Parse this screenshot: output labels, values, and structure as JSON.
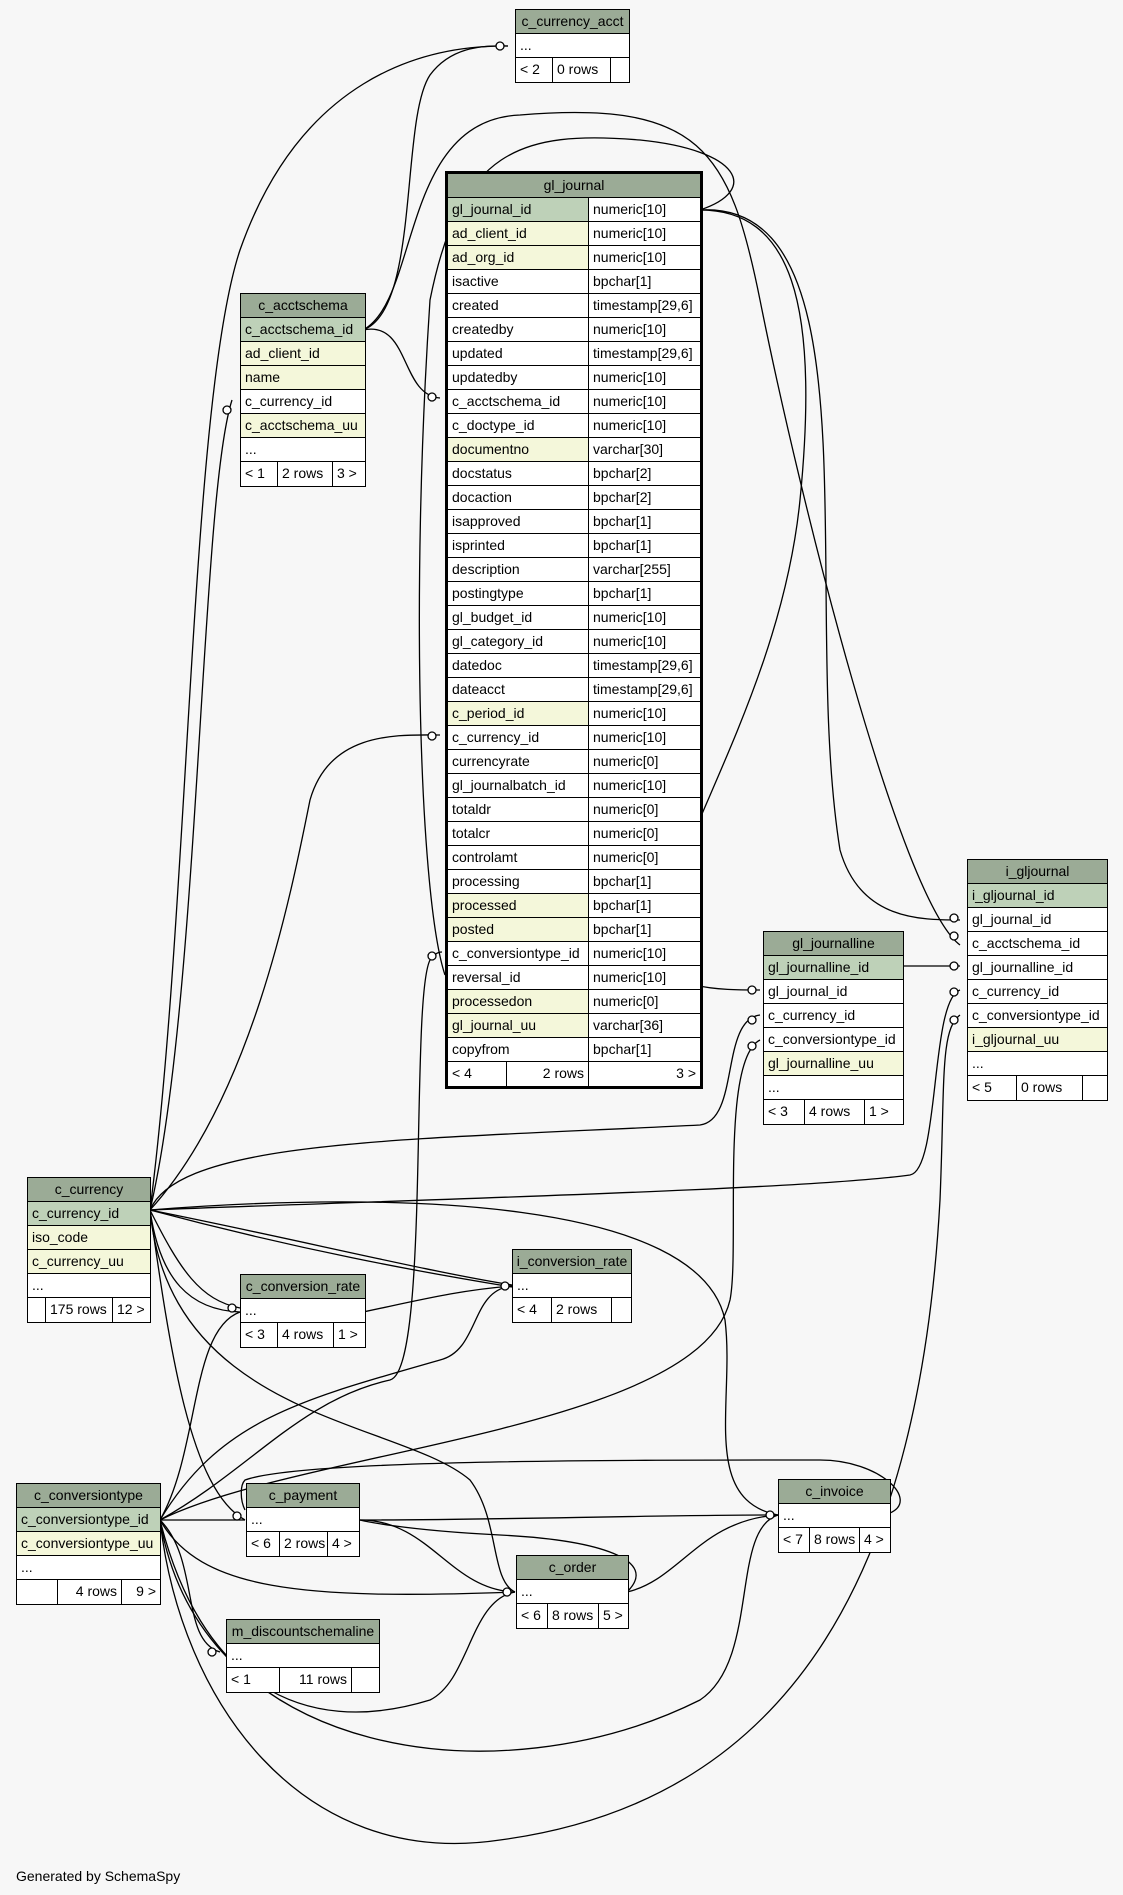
{
  "footer": "Generated by SchemaSpy",
  "colors": {
    "header": "#9bab96",
    "primary_key": "#bed1b8",
    "indexed": "#f4f7da",
    "background": "#f7f7f7"
  },
  "tables": {
    "c_currency_acct": {
      "title": "c_currency_acct",
      "rows": [
        "..."
      ],
      "footer": [
        "< 2",
        "0 rows",
        ""
      ]
    },
    "c_acctschema": {
      "title": "c_acctschema",
      "rows": [
        "c_acctschema_id",
        "ad_client_id",
        "name",
        "c_currency_id",
        "c_acctschema_uu",
        "..."
      ],
      "footer": [
        "< 1",
        "2 rows",
        "3 >"
      ]
    },
    "gl_journal": {
      "title": "gl_journal",
      "columns": [
        [
          "gl_journal_id",
          "numeric[10]"
        ],
        [
          "ad_client_id",
          "numeric[10]"
        ],
        [
          "ad_org_id",
          "numeric[10]"
        ],
        [
          "isactive",
          "bpchar[1]"
        ],
        [
          "created",
          "timestamp[29,6]"
        ],
        [
          "createdby",
          "numeric[10]"
        ],
        [
          "updated",
          "timestamp[29,6]"
        ],
        [
          "updatedby",
          "numeric[10]"
        ],
        [
          "c_acctschema_id",
          "numeric[10]"
        ],
        [
          "c_doctype_id",
          "numeric[10]"
        ],
        [
          "documentno",
          "varchar[30]"
        ],
        [
          "docstatus",
          "bpchar[2]"
        ],
        [
          "docaction",
          "bpchar[2]"
        ],
        [
          "isapproved",
          "bpchar[1]"
        ],
        [
          "isprinted",
          "bpchar[1]"
        ],
        [
          "description",
          "varchar[255]"
        ],
        [
          "postingtype",
          "bpchar[1]"
        ],
        [
          "gl_budget_id",
          "numeric[10]"
        ],
        [
          "gl_category_id",
          "numeric[10]"
        ],
        [
          "datedoc",
          "timestamp[29,6]"
        ],
        [
          "dateacct",
          "timestamp[29,6]"
        ],
        [
          "c_period_id",
          "numeric[10]"
        ],
        [
          "c_currency_id",
          "numeric[10]"
        ],
        [
          "currencyrate",
          "numeric[0]"
        ],
        [
          "gl_journalbatch_id",
          "numeric[10]"
        ],
        [
          "totaldr",
          "numeric[0]"
        ],
        [
          "totalcr",
          "numeric[0]"
        ],
        [
          "controlamt",
          "numeric[0]"
        ],
        [
          "processing",
          "bpchar[1]"
        ],
        [
          "processed",
          "bpchar[1]"
        ],
        [
          "posted",
          "bpchar[1]"
        ],
        [
          "c_conversiontype_id",
          "numeric[10]"
        ],
        [
          "reversal_id",
          "numeric[10]"
        ],
        [
          "processedon",
          "numeric[0]"
        ],
        [
          "gl_journal_uu",
          "varchar[36]"
        ],
        [
          "copyfrom",
          "bpchar[1]"
        ]
      ],
      "footer": [
        "< 4",
        "2 rows",
        "3 >"
      ]
    },
    "gl_journalline": {
      "title": "gl_journalline",
      "rows": [
        "gl_journalline_id",
        "gl_journal_id",
        "c_currency_id",
        "c_conversiontype_id",
        "gl_journalline_uu",
        "..."
      ],
      "footer": [
        "< 3",
        "4 rows",
        "1 >"
      ]
    },
    "i_gljournal": {
      "title": "i_gljournal",
      "rows": [
        "i_gljournal_id",
        "gl_journal_id",
        "c_acctschema_id",
        "gl_journalline_id",
        "c_currency_id",
        "c_conversiontype_id",
        "i_gljournal_uu",
        "..."
      ],
      "footer": [
        "< 5",
        "0 rows",
        ""
      ]
    },
    "c_currency": {
      "title": "c_currency",
      "rows": [
        "c_currency_id",
        "iso_code",
        "c_currency_uu",
        "..."
      ],
      "footer": [
        "",
        "175 rows",
        "12 >"
      ]
    },
    "c_conversion_rate": {
      "title": "c_conversion_rate",
      "rows": [
        "..."
      ],
      "footer": [
        "< 3",
        "4 rows",
        "1 >"
      ]
    },
    "i_conversion_rate": {
      "title": "i_conversion_rate",
      "rows": [
        "..."
      ],
      "footer": [
        "< 4",
        "2 rows",
        ""
      ]
    },
    "c_conversiontype": {
      "title": "c_conversiontype",
      "rows": [
        "c_conversiontype_id",
        "c_conversiontype_uu",
        "..."
      ],
      "footer": [
        "",
        "4 rows",
        "9 >"
      ]
    },
    "c_payment": {
      "title": "c_payment",
      "rows": [
        "..."
      ],
      "footer": [
        "< 6",
        "2 rows",
        "4 >"
      ]
    },
    "c_invoice": {
      "title": "c_invoice",
      "rows": [
        "..."
      ],
      "footer": [
        "< 7",
        "8 rows",
        "4 >"
      ]
    },
    "c_order": {
      "title": "c_order",
      "rows": [
        "..."
      ],
      "footer": [
        "< 6",
        "8 rows",
        "5 >"
      ]
    },
    "m_discountschemaline": {
      "title": "m_discountschemaline",
      "rows": [
        "..."
      ],
      "footer": [
        "< 1",
        "11 rows",
        ""
      ]
    }
  }
}
